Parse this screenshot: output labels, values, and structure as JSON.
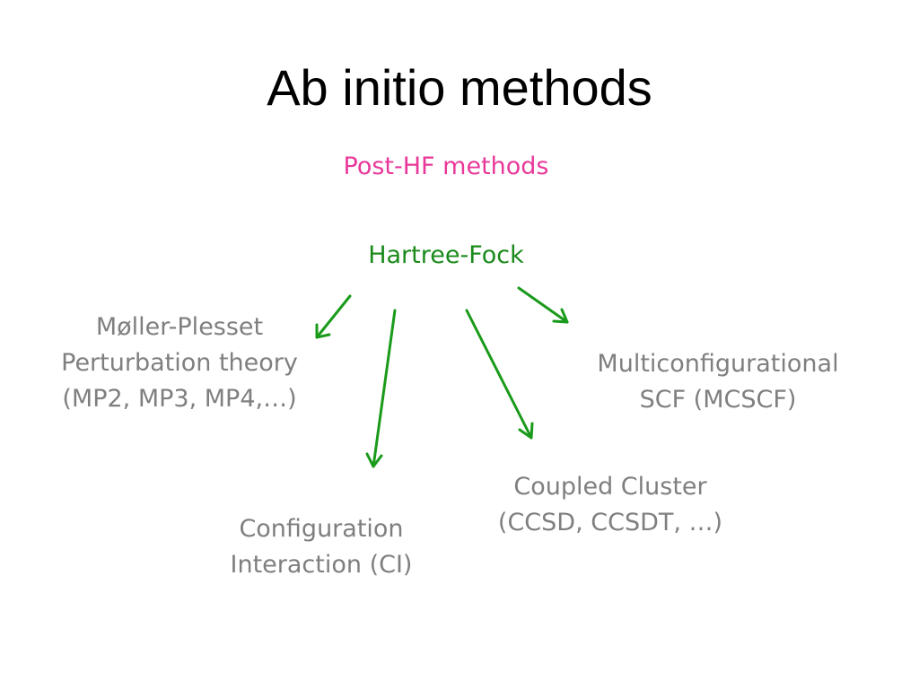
{
  "title": "Ab initio methods",
  "subtitle": "Post-HF methods",
  "root": "Hartree-Fock",
  "methods": {
    "moller_plesset": [
      "Møller-Plesset",
      "Perturbation theory",
      "(MP2, MP3, MP4,…)"
    ],
    "multiconfigurational": [
      "Multiconfigurational",
      "SCF (MCSCF)"
    ],
    "coupled_cluster": [
      "Coupled Cluster",
      "(CCSD, CCSDT, …)"
    ],
    "configuration_interaction": [
      "Configuration",
      "Interaction (CI)"
    ]
  },
  "colors": {
    "title": "#000000",
    "subtitle": "#e8399a",
    "root": "#1a8a1a",
    "method": "#7f7f7f",
    "arrow": "#1a9a1a"
  }
}
